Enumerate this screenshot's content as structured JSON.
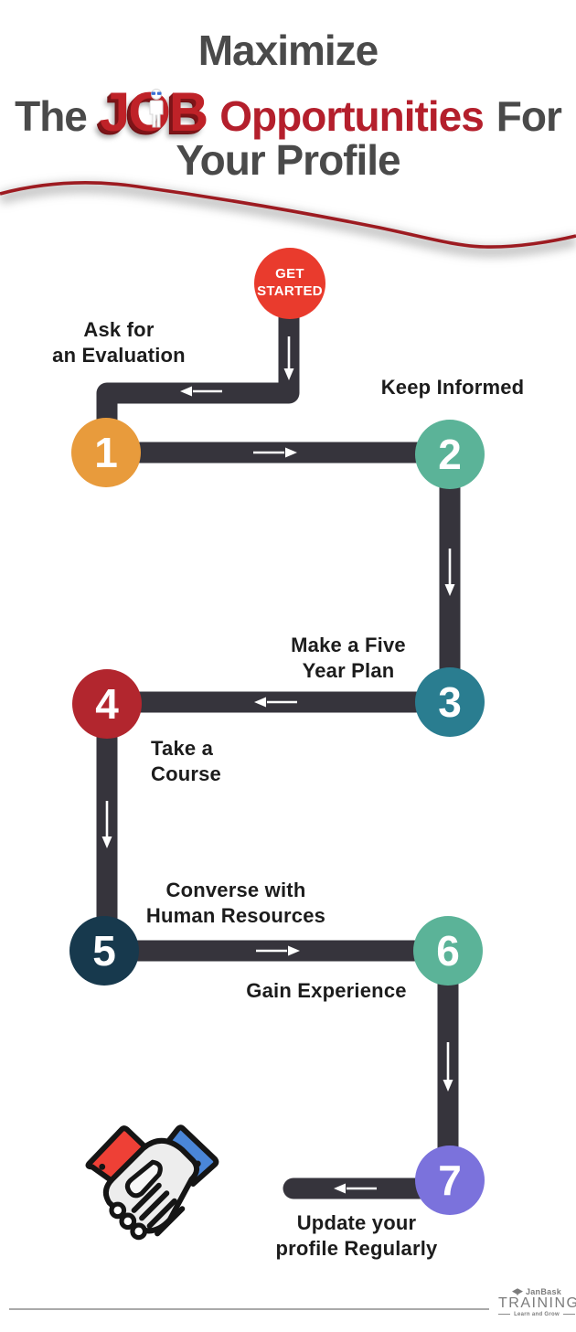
{
  "header": {
    "line1": "Maximize",
    "line2_prefix": "The",
    "job_word": "JOB",
    "line2_highlight": "Opportunities",
    "line2_suffix": "For",
    "line3": "Your Profile"
  },
  "start": {
    "line1": "GET",
    "line2": "STARTED",
    "color": "#e93b2d"
  },
  "steps": [
    {
      "number": "1",
      "line1": "Ask for",
      "line2": "an Evaluation",
      "color": "#e89b3c"
    },
    {
      "number": "2",
      "line1": "Keep Informed",
      "line2": "",
      "color": "#5bb398"
    },
    {
      "number": "3",
      "line1": "Make a Five",
      "line2": "Year Plan",
      "color": "#2a7d90"
    },
    {
      "number": "4",
      "line1": "Take a",
      "line2": "Course",
      "color": "#b2262e"
    },
    {
      "number": "5",
      "line1": "Converse with",
      "line2": "Human Resources",
      "color": "#17394d"
    },
    {
      "number": "6",
      "line1": "Gain Experience",
      "line2": "",
      "color": "#5bb398"
    },
    {
      "number": "7",
      "line1": "Update your",
      "line2": "profile Regularly",
      "color": "#7b72dc"
    }
  ],
  "road": {
    "color": "#36343c",
    "arrow_color": "#ffffff"
  },
  "wave": {
    "stroke_color": "#9d1b21"
  },
  "icons": {
    "handshake": "handshake-icon",
    "job_mascot": "person-with-binoculars-icon",
    "brand_cap": "graduation-cap-icon"
  },
  "footer": {
    "brand_name": "JanBask",
    "brand_main": "TRAINING",
    "brand_tagline": "Learn and Grow"
  },
  "colors": {
    "headline_text": "#4a4a4a",
    "headline_accent": "#b41f2c",
    "label_text": "#1c1c1c"
  }
}
